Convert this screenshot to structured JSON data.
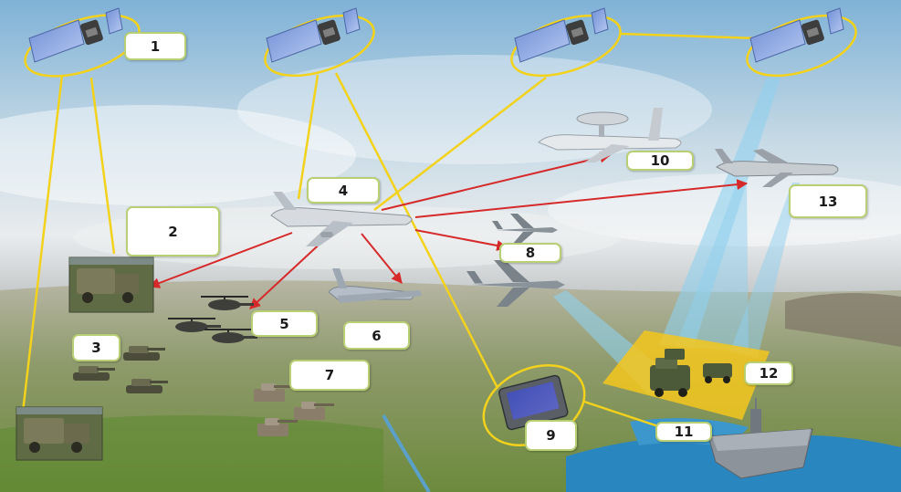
{
  "diagram": {
    "labels": [
      "1",
      "2",
      "3",
      "4",
      "5",
      "6",
      "7",
      "8",
      "9",
      "10",
      "11",
      "12",
      "13"
    ]
  },
  "colors": {
    "sat_link": "#f3d21c",
    "data_link": "#d62a2a",
    "sensor_beam": "#8fd0ee",
    "target_zone": "#f4c71d",
    "label_border": "#b9cf73"
  }
}
